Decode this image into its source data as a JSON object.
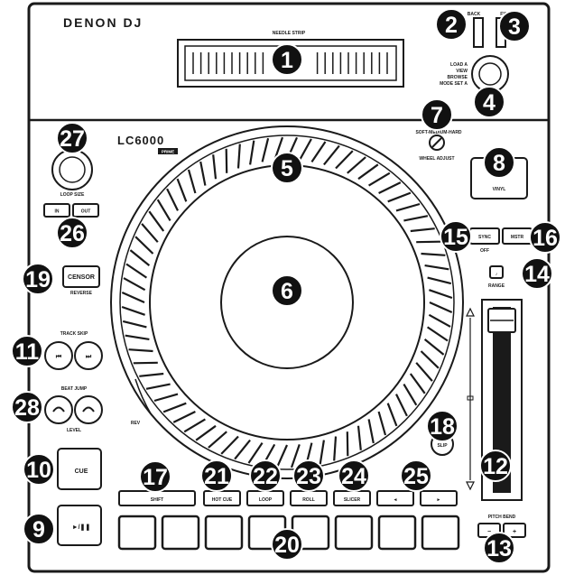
{
  "brand": {
    "logo": "DENON DJ",
    "model": "LC6000",
    "model_sub": "PRIME"
  },
  "top": {
    "needle_strip": "NEEDLE STRIP",
    "back": "BACK",
    "fwd": "FWD",
    "load": "LOAD A",
    "view": "VIEW",
    "browse": "BROWSE",
    "mode": "MODE SET A",
    "wheel_adjust": "WHEEL ADJUST",
    "adjust_scale": "SOFT-MEDIUM-HARD"
  },
  "left": {
    "loop_size": "LOOP SIZE",
    "in": "IN",
    "out": "OUT",
    "censor": "CENSOR",
    "reverse": "REVERSE",
    "track_skip": "TRACK SKIP",
    "beat_jump": "BEAT JUMP",
    "level": "LEVEL",
    "rev": "REV",
    "cue": "CUE",
    "play": "►/❚❚"
  },
  "right": {
    "vinyl": "VINYL",
    "sync": "SYNC",
    "off": "OFF",
    "master": "MSTR",
    "keylock": "♪",
    "range": "RANGE",
    "slip": "SLIP",
    "pitch_bend": "PITCH BEND",
    "minus": "−",
    "plus": "+"
  },
  "bottom": {
    "shift": "SHIFT",
    "hot_cue": "HOT CUE",
    "loop": "LOOP",
    "roll": "ROLL",
    "slicer": "SLICER",
    "prev": "◄",
    "next": "►"
  },
  "callouts": [
    {
      "n": "1"
    },
    {
      "n": "2"
    },
    {
      "n": "3"
    },
    {
      "n": "4"
    },
    {
      "n": "5"
    },
    {
      "n": "6"
    },
    {
      "n": "7"
    },
    {
      "n": "8"
    },
    {
      "n": "9"
    },
    {
      "n": "10"
    },
    {
      "n": "11"
    },
    {
      "n": "12"
    },
    {
      "n": "13"
    },
    {
      "n": "14"
    },
    {
      "n": "15"
    },
    {
      "n": "16"
    },
    {
      "n": "17"
    },
    {
      "n": "18"
    },
    {
      "n": "19"
    },
    {
      "n": "20"
    },
    {
      "n": "21"
    },
    {
      "n": "22"
    },
    {
      "n": "23"
    },
    {
      "n": "24"
    },
    {
      "n": "25"
    },
    {
      "n": "26"
    },
    {
      "n": "27"
    },
    {
      "n": "28"
    }
  ]
}
